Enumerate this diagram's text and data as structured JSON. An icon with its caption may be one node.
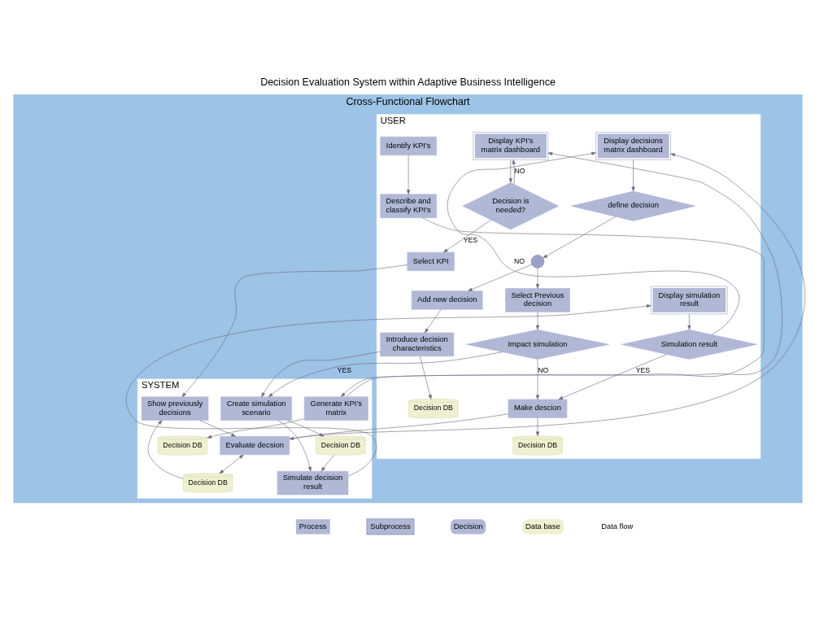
{
  "diagram": {
    "title": "Decision Evaluation System within Adaptive Business Intelligence",
    "nodes": [
      {
        "text": [
          "Cross-Functional Flowchart"
        ]
      },
      {
        "text": [
          "USER"
        ],
        "in": 0
      },
      {
        "text": [
          "SYSTEM"
        ],
        "in": 0
      },
      {
        "text": [
          "Identify KPI’s"
        ],
        "in": 1
      },
      {
        "text": [
          "Describe and classify KPI’s"
        ],
        "in": 1
      },
      {
        "text": [
          "Display KPI’s matrix dashboard"
        ],
        "in": 1
      },
      {
        "text": [
          "Decision is needed?"
        ],
        "in": 1
      },
      {
        "text": [
          "Select KPI"
        ],
        "in": 1
      },
      {
        "text": [
          "Display decisions matrix dashboard"
        ],
        "in": 1
      },
      {
        "text": [
          "define decision"
        ],
        "in": 1
      },
      {
        "text": [],
        "shape": "circle",
        "in": 1
      },
      {
        "text": [
          "Add new decision"
        ],
        "in": 1
      },
      {
        "text": [
          "Select Previous decision"
        ],
        "in": 1
      },
      {
        "text": [
          "Display simulation result"
        ],
        "in": 1
      },
      {
        "text": [
          "Simulation result"
        ],
        "in": 1
      },
      {
        "text": [
          "Introduce decision characteristics"
        ],
        "in": 1
      },
      {
        "text": [
          "Impact simulation"
        ],
        "in": 1
      },
      {
        "text": [
          "Make descion"
        ],
        "in": 1
      },
      {
        "text": [
          "Decision DB"
        ],
        "in": 1
      },
      {
        "text": [
          "Decision DB"
        ],
        "in": 1
      },
      {
        "text": [
          "Generate KPI’s matrix"
        ],
        "in": 2
      },
      {
        "text": [
          "Decision DB"
        ],
        "in": 2
      },
      {
        "text": [
          "Show previously decisions"
        ],
        "in": 2
      },
      {
        "text": [
          "Evaluate decsion"
        ],
        "in": 2
      },
      {
        "text": [
          "Decision DB"
        ],
        "in": 2
      },
      {
        "text": [
          "Decision DB"
        ],
        "in": 2
      },
      {
        "text": [
          "Create simulation scenario"
        ],
        "in": 2
      },
      {
        "text": [
          "Simulate decision result"
        ],
        "in": 2
      }
    ],
    "edges": [
      {
        "from": 3,
        "to": 4,
        "arrow": "to"
      },
      {
        "from": 4,
        "to": 20,
        "arrow": "to"
      },
      {
        "from": 20,
        "to": 5,
        "arrow": "to"
      },
      {
        "from": 5,
        "to": 6,
        "arrow": "to"
      },
      {
        "from": 6,
        "to": 5,
        "arrow": "to",
        "label": "NO"
      },
      {
        "from": 6,
        "to": 7,
        "arrow": "to",
        "label": "YES"
      },
      {
        "from": 7,
        "to": 22,
        "arrow": "to"
      },
      {
        "from": 20,
        "to": 21,
        "arrow": "to"
      },
      {
        "from": 22,
        "to": 23,
        "arrow": "to"
      },
      {
        "from": 24,
        "to": 22,
        "arrow": "to"
      },
      {
        "from": 23,
        "to": 24,
        "arrow": "both"
      },
      {
        "from": 23,
        "to": 8,
        "arrow": "to"
      },
      {
        "from": 8,
        "to": 9,
        "arrow": "to"
      },
      {
        "from": 9,
        "to": 10,
        "arrow": "to"
      },
      {
        "from": 10,
        "to": 11,
        "arrow": "to"
      },
      {
        "from": 10,
        "to": 12,
        "arrow": "to"
      },
      {
        "from": 11,
        "to": 15,
        "arrow": "to"
      },
      {
        "from": 15,
        "to": 18,
        "arrow": "to"
      },
      {
        "from": 15,
        "to": 26,
        "arrow": "to"
      },
      {
        "from": 12,
        "to": 16,
        "arrow": "to"
      },
      {
        "from": 16,
        "to": 26,
        "arrow": "to",
        "label": "YES"
      },
      {
        "from": 16,
        "to": 17,
        "arrow": "to",
        "label": "NO"
      },
      {
        "from": 26,
        "to": 25,
        "arrow": "to"
      },
      {
        "from": 25,
        "to": 27,
        "arrow": "to"
      },
      {
        "from": 26,
        "to": 27,
        "arrow": "to"
      },
      {
        "from": 27,
        "to": 13,
        "arrow": "to"
      },
      {
        "from": 13,
        "to": 14,
        "arrow": "to"
      },
      {
        "from": 14,
        "to": 8,
        "arrow": "to",
        "label": "NO"
      },
      {
        "from": 14,
        "to": 17,
        "arrow": "to",
        "label": "YES"
      },
      {
        "from": 17,
        "to": 19,
        "arrow": "to"
      },
      {
        "from": 17,
        "to": 23,
        "arrow": "to"
      }
    ],
    "legend": [
      {
        "text": "Process"
      },
      {
        "text": "Subprocess"
      },
      {
        "text": "Decision"
      },
      {
        "text": "Data base"
      },
      {
        "text": "Data flow"
      }
    ]
  }
}
